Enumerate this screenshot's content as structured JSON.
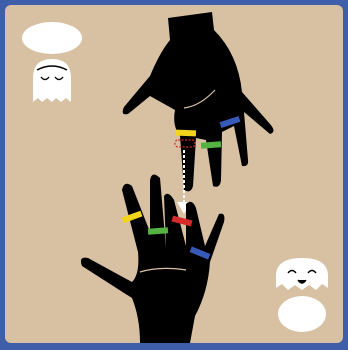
{
  "game": {
    "colors": {
      "frame": "#3f5eaa",
      "board": "#d8c1a3",
      "hand": "#000000",
      "ghost": "#ffffff",
      "bubble": "#ffffff",
      "crease": "#d8c1a3"
    },
    "top_hand": {
      "rings": [
        {
          "finger": "middle",
          "color": "#f2d51a"
        },
        {
          "finger": "middle-knuckle",
          "color": "#d62b2b",
          "style": "dashed-outline"
        },
        {
          "finger": "ring",
          "color": "#55b342"
        },
        {
          "finger": "pinky",
          "color": "#3759b8"
        }
      ]
    },
    "bottom_hand": {
      "rings": [
        {
          "finger": "index",
          "color": "#f2d51a"
        },
        {
          "finger": "middle",
          "color": "#55b342"
        },
        {
          "finger": "ring",
          "color": "#d62b2b"
        },
        {
          "finger": "pinky",
          "color": "#3759b8"
        }
      ]
    },
    "transfer_arrow": {
      "color": "#ffffff",
      "direction": "down"
    },
    "characters": [
      {
        "name": "sleeping-ghost",
        "expression": "eyes-closed",
        "has_thought_bubble": true
      },
      {
        "name": "happy-ghost",
        "expression": "smiling"
      }
    ]
  }
}
